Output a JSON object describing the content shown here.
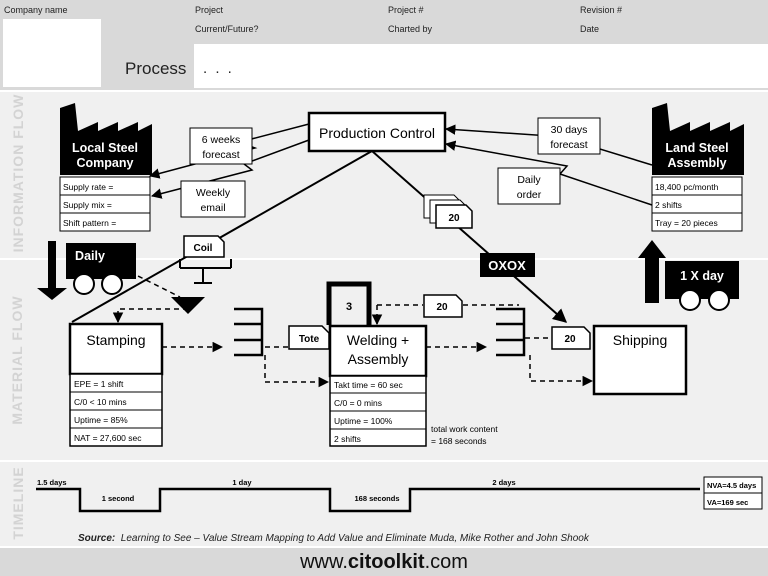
{
  "header": {
    "company_name_label": "Company name",
    "project_label": "Project",
    "current_future_label": "Current/Future?",
    "project_no_label": "Project #",
    "charted_by_label": "Charted by",
    "revision_label": "Revision #",
    "date_label": "Date",
    "process_label": "Process",
    "process_value": ". . ."
  },
  "bands": {
    "information": "INFORMATION FLOW",
    "material": "MATERIAL FLOW",
    "timeline": "TIMELINE"
  },
  "production_control": "Production Control",
  "supplier": {
    "name_line1": "Local Steel",
    "name_line2": "Company",
    "rows": [
      "Supply rate =",
      "Supply mix =",
      "Shift pattern ="
    ]
  },
  "customer": {
    "name_line1": "Land Steel",
    "name_line2": "Assembly",
    "rows": [
      "18,400 pc/month",
      "2 shifts",
      "Tray = 20 pieces"
    ]
  },
  "notes": {
    "six_weeks_line1": "6 weeks",
    "six_weeks_line2": "forecast",
    "weekly_line1": "Weekly",
    "weekly_line2": "email",
    "thirty_days_line1": "30 days",
    "thirty_days_line2": "forecast",
    "daily_order_line1": "Daily",
    "daily_order_line2": "order"
  },
  "trucks": {
    "inbound": "Daily",
    "outbound": "1 X day"
  },
  "kanban": {
    "coil": "Coil",
    "oxox": "OXOX",
    "withdrawal_qty": "20",
    "signal_qty": "20",
    "shipping_qty": "20",
    "fifo_qty": "3",
    "tote": "Tote"
  },
  "processes": {
    "stamping": {
      "title": "Stamping",
      "rows": [
        "EPE = 1 shift",
        "C/0 < 10 mins",
        "Uptime = 85%",
        "NAT = 27,600 sec"
      ]
    },
    "welding": {
      "title_line1": "Welding +",
      "title_line2": "Assembly",
      "rows": [
        "Takt time = 60 sec",
        "C/0 = 0 mins",
        "Uptime = 100%",
        "2 shifts"
      ],
      "note_line1": "total work content",
      "note_line2": "= 168 seconds"
    },
    "shipping": {
      "title": "Shipping"
    }
  },
  "timeline": {
    "nva_top_1": "1.5 days",
    "va_1": "1 second",
    "nva_top_2": "1 day",
    "va_2": "168 seconds",
    "nva_top_3": "2 days",
    "nva_total": "NVA=4.5 days",
    "va_total": "VA=169 sec"
  },
  "source": {
    "label": "Source:",
    "text": "Learning to See – Value Stream Mapping to Add Value and Eliminate Muda, Mike Rother and John Shook"
  },
  "footer": {
    "prefix": "www.",
    "brand": "citoolkit",
    "suffix": ".com"
  }
}
